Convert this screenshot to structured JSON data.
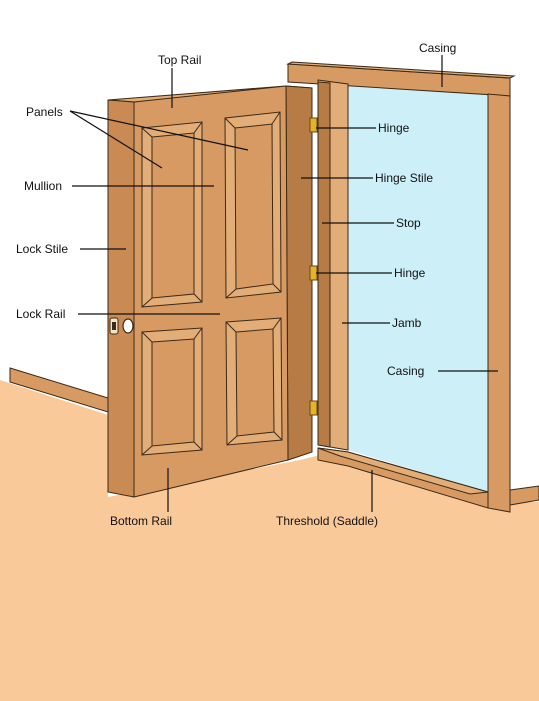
{
  "diagram": {
    "labels": {
      "top_rail": "Top Rail",
      "casing_top": "Casing",
      "panels": "Panels",
      "hinge_top": "Hinge",
      "mullion": "Mullion",
      "hinge_stile": "Hinge Stile",
      "stop": "Stop",
      "lock_stile": "Lock Stile",
      "hinge_middle": "Hinge",
      "lock_rail": "Lock Rail",
      "jamb": "Jamb",
      "casing_side": "Casing",
      "bottom_rail": "Bottom Rail",
      "threshold": "Threshold (Saddle)"
    },
    "colors": {
      "floor": "#f9c99a",
      "wall": "#ffffff",
      "wood": "#d89a63",
      "wood_light": "#e3ad78",
      "wood_dark": "#b77c46",
      "glass": "#cdeff8",
      "hinge": "#e3b32a",
      "outline": "#3a2a18"
    }
  }
}
